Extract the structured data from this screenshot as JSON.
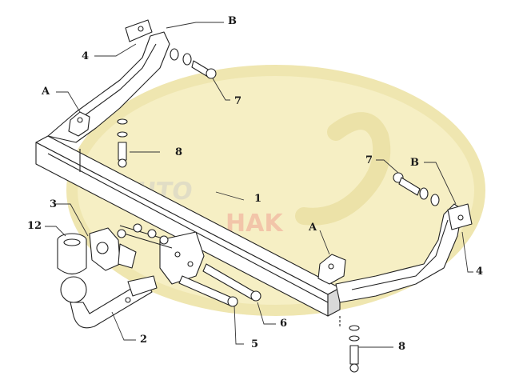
{
  "watermark": {
    "brand_part_1": "AUTO",
    "brand_part_2": "HAK",
    "disc_color": "#f6efc4",
    "ring_color": "#efe6b0",
    "text_color": "#c8c8c8"
  },
  "callouts": {
    "A_left": "A",
    "A_right": "A",
    "B_top": "B",
    "B_right": "B",
    "p1": "1",
    "p2": "2",
    "p3": "3",
    "p4_top": "4",
    "p4_right": "4",
    "p5": "5",
    "p6": "6",
    "p7_top": "7",
    "p7_right": "7",
    "p8_top": "8",
    "p8_bottom": "8",
    "p12": "12"
  },
  "colors": {
    "line": "#222222",
    "leader": "#333333",
    "fill": "#ffffff",
    "shade": "#d9d9d9"
  }
}
